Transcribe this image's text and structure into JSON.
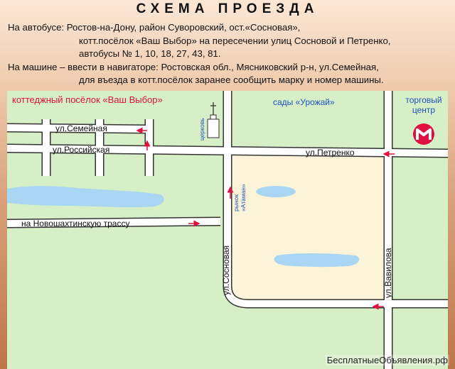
{
  "header": {
    "title": "СХЕМА ПРОЕЗДА",
    "bus_intro": "На автобусе:",
    "bus_lines": [
      "Ростов-на-Дону, район Суворовский, ост.«Сосновая»,",
      "котт.посёлок «Ваш Выбор» на пересечении улиц Сосновой и Петренко,",
      "автобусы № 1, 10, 18, 27, 43, 81."
    ],
    "car_intro": "На машине – ввести в навигаторе:",
    "car_lines": [
      "Ростовская обл., Мясниковский р-н,  ул.Семейная,",
      "для въезда в котт.посёлок заранее сообщить марку и номер машины."
    ]
  },
  "map": {
    "labels": {
      "settlement": "коттеджный посёлок «Ваш Выбор»",
      "gardens": "сады «Урожай»",
      "mall": "торговый центр",
      "church": "церковь",
      "market": "рынок «Атаман»",
      "semeynaya": "ул.Семейная",
      "rossiyskaya": "ул.Российская",
      "petrenko": "ул.Петренко",
      "novoshakhtinsk": "на Новошахтинскую трассу",
      "sosnovaya": "ул.Сосновая",
      "vavilova": "ул.Вавилова"
    },
    "colors": {
      "background": "#d7efc6",
      "field": "#fbf4d9",
      "road": "#ffffff",
      "road_edge": "#333333",
      "lake": "#a9d6f2",
      "arrow": "#e0103f",
      "settlement_label": "#e0103f",
      "gardens_label": "#1f4fbf"
    }
  },
  "watermark": "БесплатныеОбъявления.рф"
}
